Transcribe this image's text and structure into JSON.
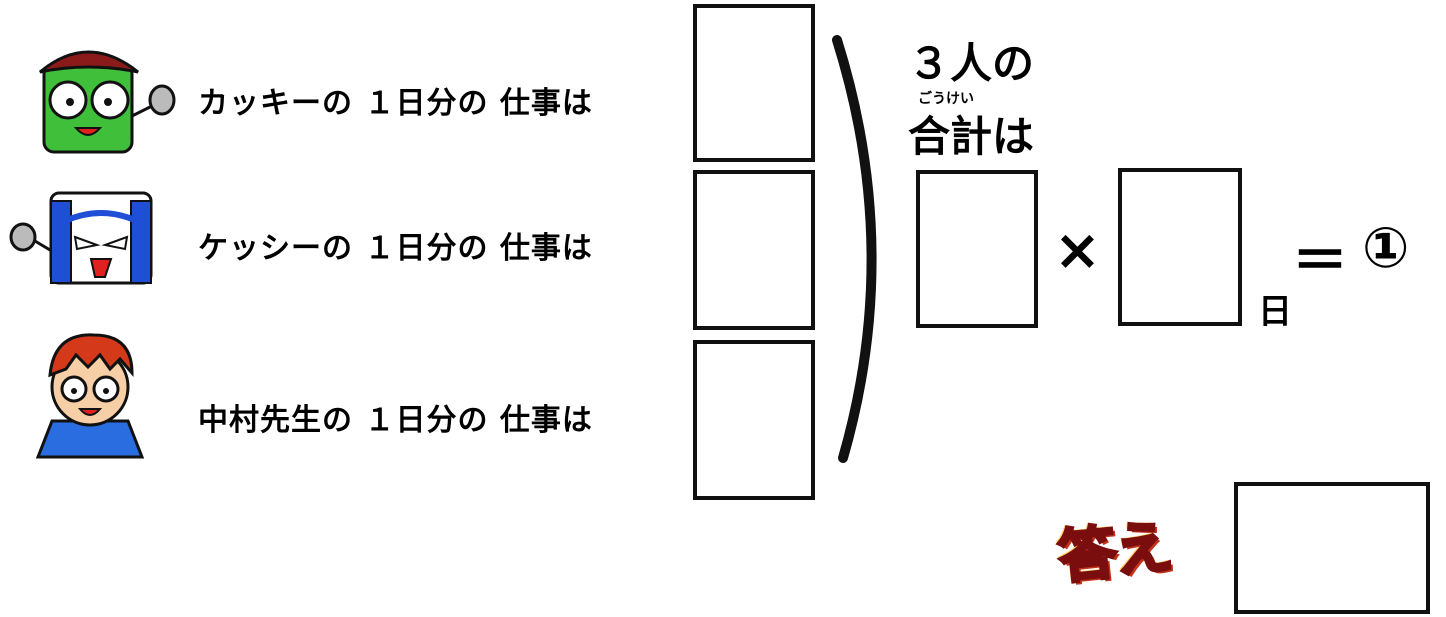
{
  "rows": [
    {
      "avatar": "green-character-avatar",
      "label": "カッキーの １日分の 仕事は"
    },
    {
      "avatar": "white-blue-character-avatar",
      "label": "ケッシーの １日分の 仕事は"
    },
    {
      "avatar": "teacher-avatar",
      "label": "中村先生の １日分の 仕事は"
    }
  ],
  "total": {
    "line1": "３人の",
    "ruby": "ごうけい",
    "line2": "合計は"
  },
  "equation": {
    "times": "×",
    "day_unit": "日",
    "equals": "＝",
    "marker": "①"
  },
  "answer": {
    "label": "答え"
  }
}
